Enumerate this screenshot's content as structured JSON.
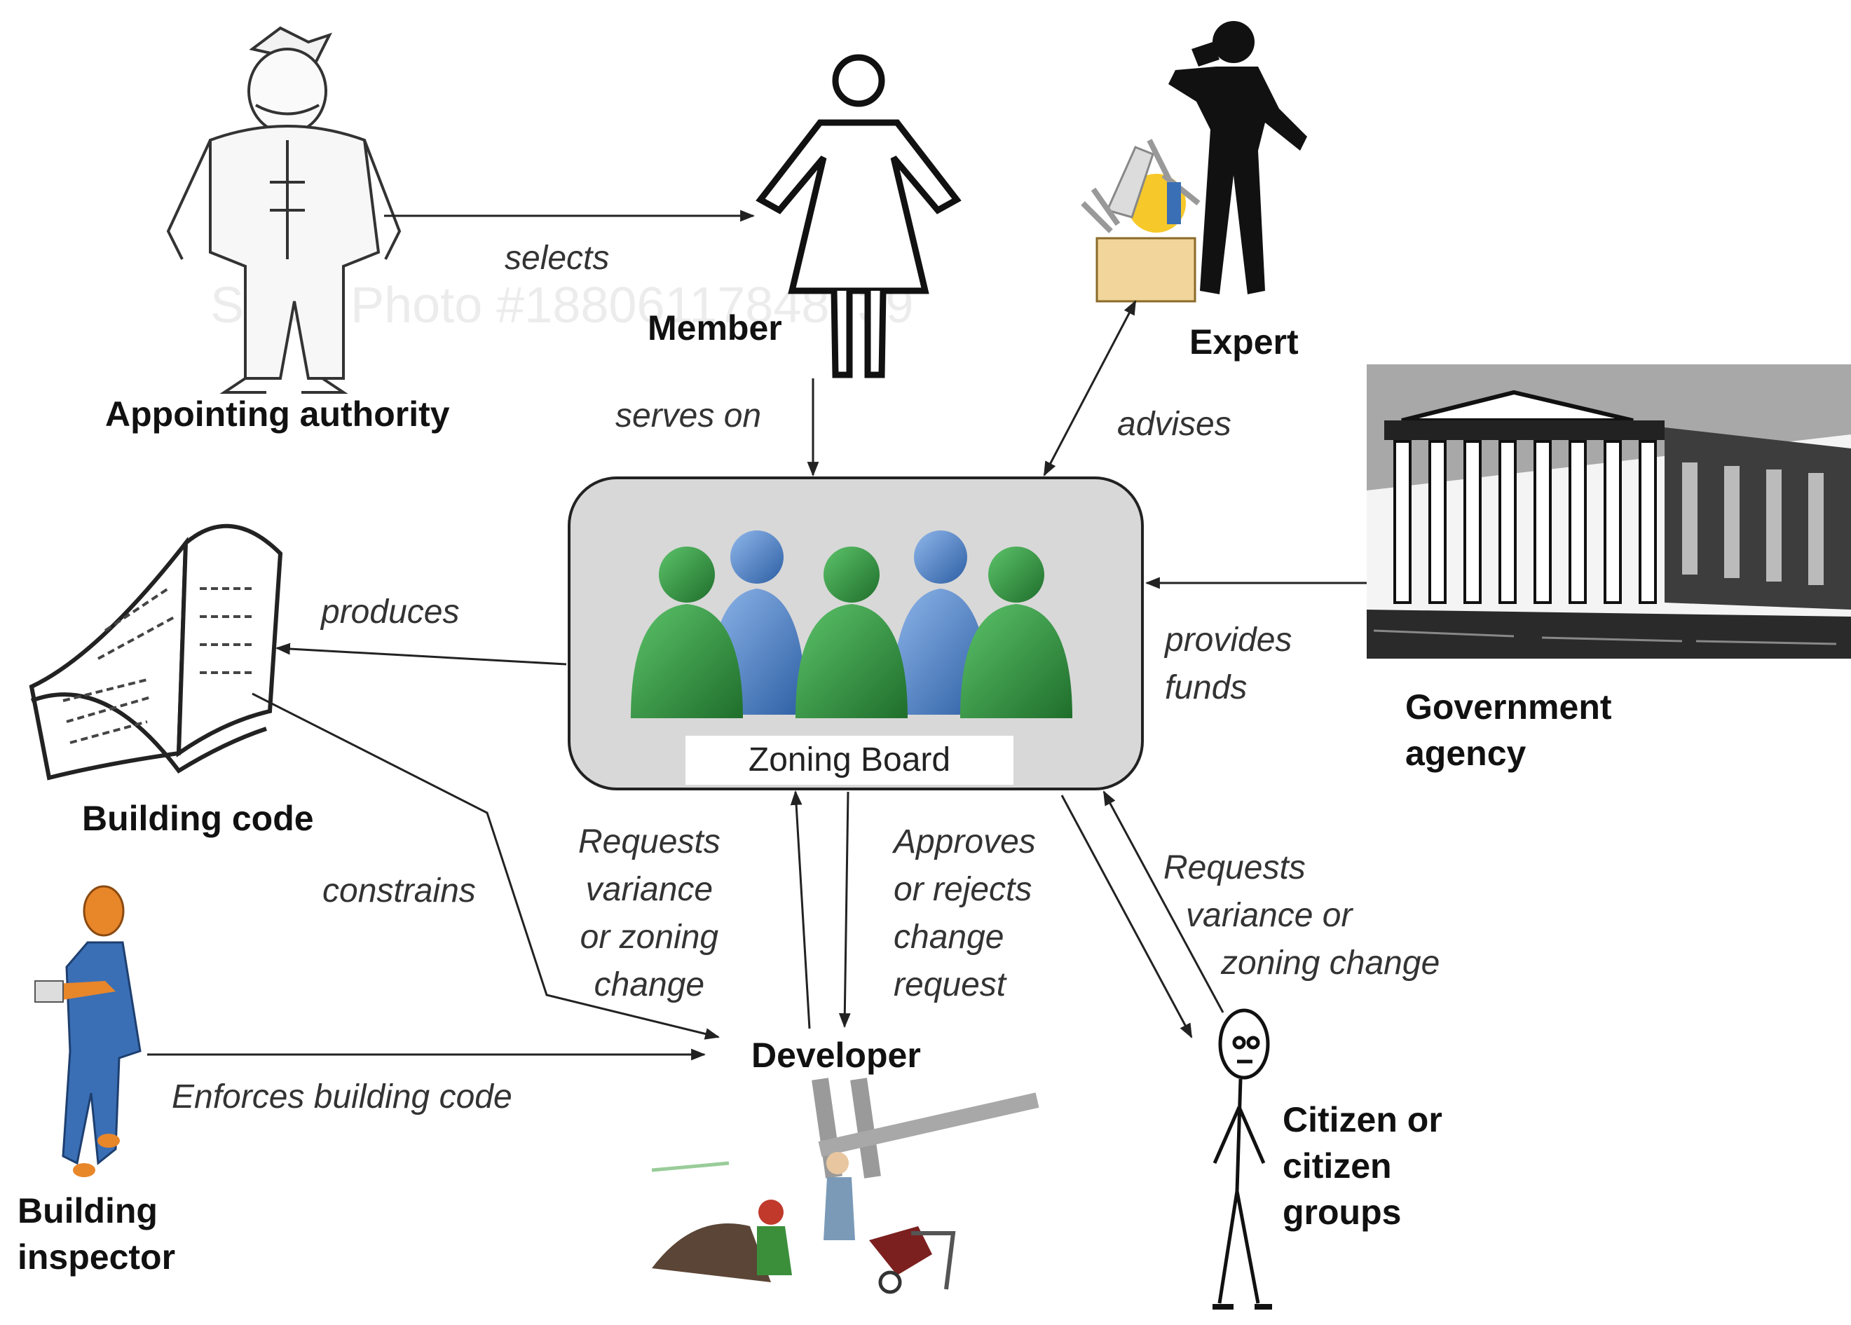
{
  "nodes": {
    "appointing_authority": "Appointing authority",
    "member": "Member",
    "expert": "Expert",
    "government_agency": [
      "Government",
      "agency"
    ],
    "zoning_board": "Zoning Board",
    "building_code": "Building code",
    "building_inspector": [
      "Building",
      "inspector"
    ],
    "developer": "Developer",
    "citizen": [
      "Citizen or",
      "citizen",
      "groups"
    ]
  },
  "edges": {
    "selects": "selects",
    "serves_on": "serves on",
    "advises": "advises",
    "provides_funds": [
      "provides",
      "funds"
    ],
    "produces": "produces",
    "constrains": "constrains",
    "enforces": "Enforces building code",
    "developer_requests": [
      "Requests",
      "variance",
      "or zoning",
      "change"
    ],
    "approves": [
      "Approves",
      "or rejects",
      "change",
      "request"
    ],
    "citizen_requests": [
      "Requests",
      "variance or",
      "zoning change"
    ]
  },
  "watermark": "Stock   Photo   #18806117848739",
  "colors": {
    "board_green": "#2e8b3a",
    "board_blue": "#4a7fc4",
    "inspector_blue": "#3a6fb5",
    "inspector_orange": "#e8862a",
    "arrow": "#222222"
  }
}
